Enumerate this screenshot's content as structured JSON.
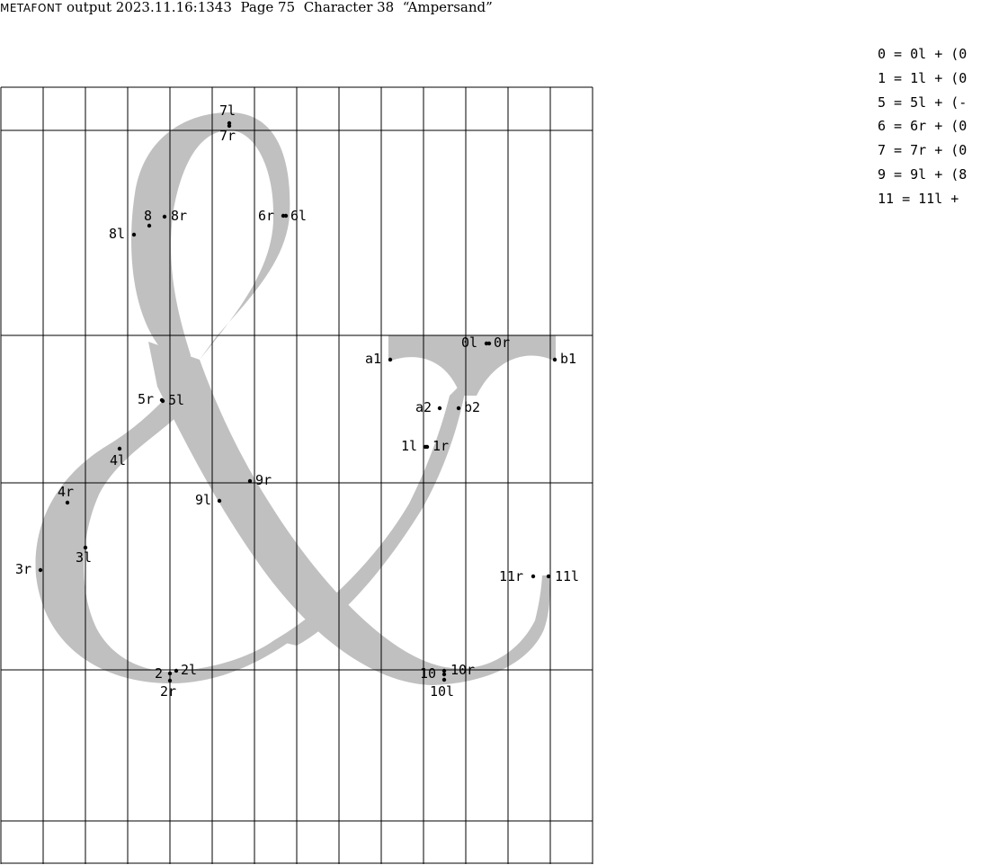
{
  "header": {
    "program": "METAFONT",
    "output_label": "output",
    "timestamp": "2023.11.16:1343",
    "page": "Page 75",
    "character": "Character 38",
    "title": "“Ampersand”"
  },
  "glyph_color": "#c0c0c0",
  "equations": [
    "0 = 0l + (0",
    "1 = 1l + (0",
    "5 = 5l + (-",
    "6 = 6r + (0",
    "7 = 7r + (0",
    "9 = 9l + (8",
    "11 = 11l +"
  ],
  "points": [
    {
      "id": "p7l",
      "label": "7l"
    },
    {
      "id": "p7r",
      "label": "7r"
    },
    {
      "id": "p8",
      "label": "8"
    },
    {
      "id": "p8r",
      "label": "8r"
    },
    {
      "id": "p8l",
      "label": "8l"
    },
    {
      "id": "p6r",
      "label": "6r"
    },
    {
      "id": "p6l",
      "label": "6l"
    },
    {
      "id": "p0l",
      "label": "0l"
    },
    {
      "id": "p0r",
      "label": "0r"
    },
    {
      "id": "pa1",
      "label": "a1"
    },
    {
      "id": "pb1",
      "label": "b1"
    },
    {
      "id": "p5r",
      "label": "5r"
    },
    {
      "id": "p5l",
      "label": "5l"
    },
    {
      "id": "pa2",
      "label": "a2"
    },
    {
      "id": "pb2",
      "label": "b2"
    },
    {
      "id": "p4l",
      "label": "4l"
    },
    {
      "id": "p1l",
      "label": "1l"
    },
    {
      "id": "p1r",
      "label": "1r"
    },
    {
      "id": "p9r",
      "label": "9r"
    },
    {
      "id": "p4r",
      "label": "4r"
    },
    {
      "id": "p9l",
      "label": "9l"
    },
    {
      "id": "p3r",
      "label": "3r"
    },
    {
      "id": "p3l",
      "label": "3l"
    },
    {
      "id": "p11r",
      "label": "11r"
    },
    {
      "id": "p11l",
      "label": "11l"
    },
    {
      "id": "p2",
      "label": "2"
    },
    {
      "id": "p2l",
      "label": "2l"
    },
    {
      "id": "p2r",
      "label": "2r"
    },
    {
      "id": "p10",
      "label": "10"
    },
    {
      "id": "p10r",
      "label": "10r"
    },
    {
      "id": "p10l",
      "label": "10l"
    }
  ]
}
